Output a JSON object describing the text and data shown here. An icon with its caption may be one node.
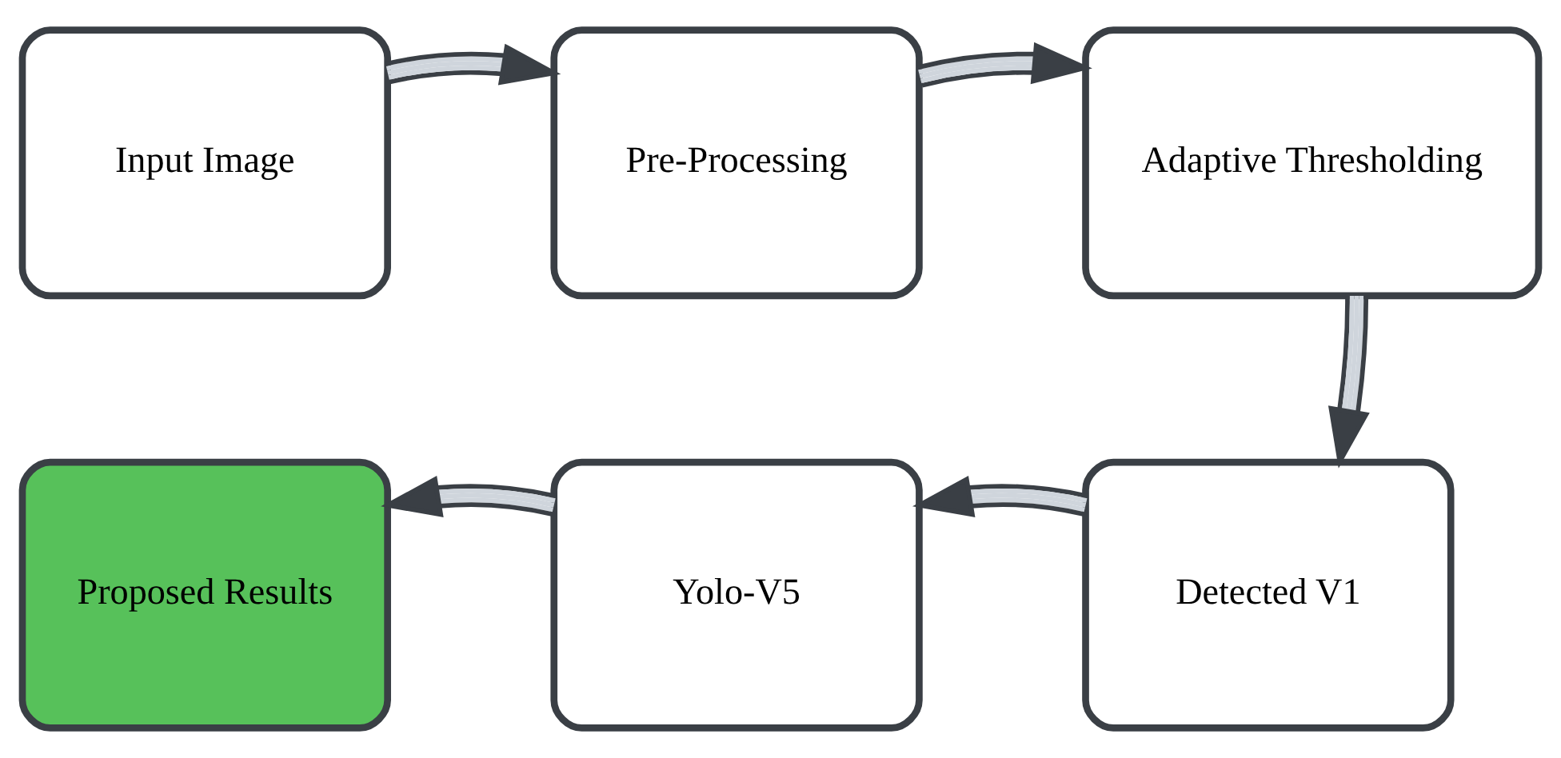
{
  "diagram": {
    "nodes": [
      {
        "text": [
          "Input Image"
        ]
      },
      {
        "text": [
          "Pre-Processing"
        ]
      },
      {
        "text": [
          "Adaptive Thresholding"
        ]
      },
      {
        "text": [
          "Detected V1"
        ]
      },
      {
        "text": [
          "Yolo-V5"
        ]
      },
      {
        "text": [
          "Proposed Results"
        ]
      }
    ],
    "edges": [
      {
        "from": 0,
        "to": 1,
        "arrow": "to"
      },
      {
        "from": 1,
        "to": 2,
        "arrow": "to"
      },
      {
        "from": 2,
        "to": 3,
        "arrow": "to"
      },
      {
        "from": 3,
        "to": 4,
        "arrow": "to"
      },
      {
        "from": 4,
        "to": 5,
        "arrow": "to"
      }
    ]
  }
}
